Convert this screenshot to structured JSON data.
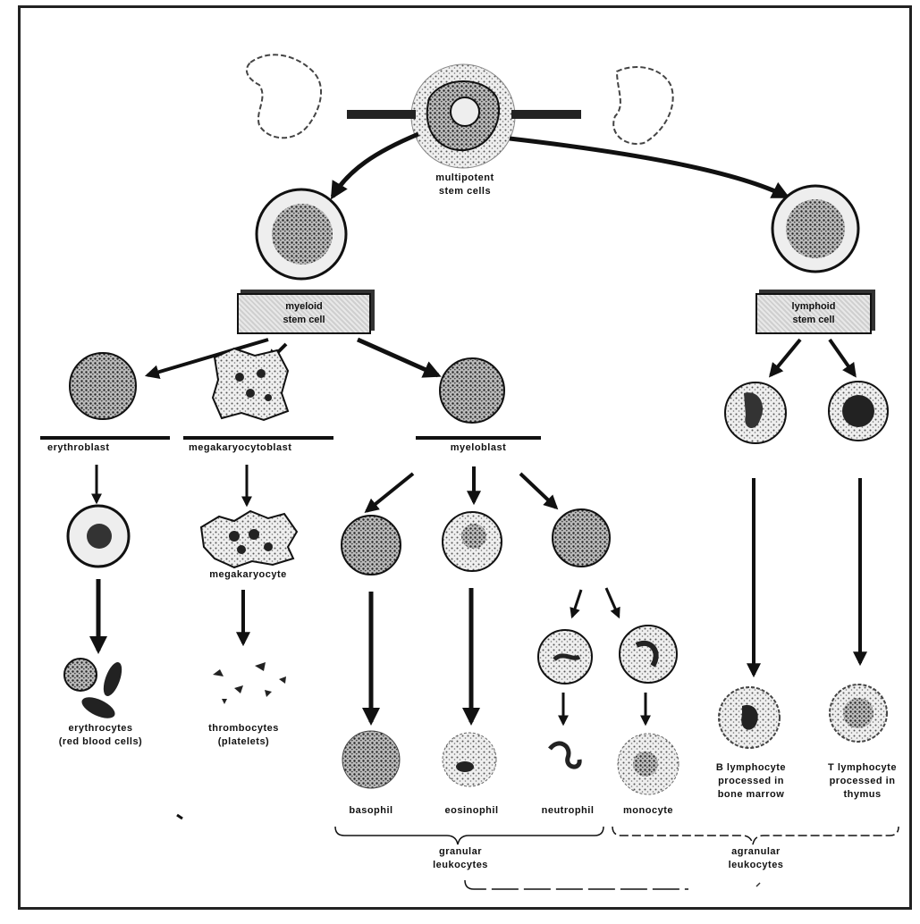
{
  "diagram": {
    "stem": {
      "line1": "multipotent",
      "line2": "stem cells"
    },
    "myeloid_box": {
      "line1": "myeloid",
      "line2": "stem cell"
    },
    "lymphoid_box": {
      "line1": "lymphoid",
      "line2": "stem cell"
    },
    "erythroblast": "erythroblast",
    "megakaryocytoblast": "megakaryocytoblast",
    "myeloblast": "myeloblast",
    "megakaryocyte": "megakaryocyte",
    "erythrocytes": {
      "line1": "erythrocytes",
      "line2": "(red blood cells)"
    },
    "thrombocytes": {
      "line1": "thrombocytes",
      "line2": "(platelets)"
    },
    "basophil": "basophil",
    "eosinophil": "eosinophil",
    "neutrophil": "neutrophil",
    "monocyte": "monocyte",
    "b_lymphocyte": {
      "line1": "B lymphocyte",
      "line2": "processed in",
      "line3": "bone marrow"
    },
    "t_lymphocyte": {
      "line1": "T lymphocyte",
      "line2": "processed in",
      "line3": "thymus"
    },
    "granular": {
      "line1": "granular",
      "line2": "leukocytes"
    },
    "agranular": {
      "line1": "agranular",
      "line2": "leukocytes"
    }
  }
}
